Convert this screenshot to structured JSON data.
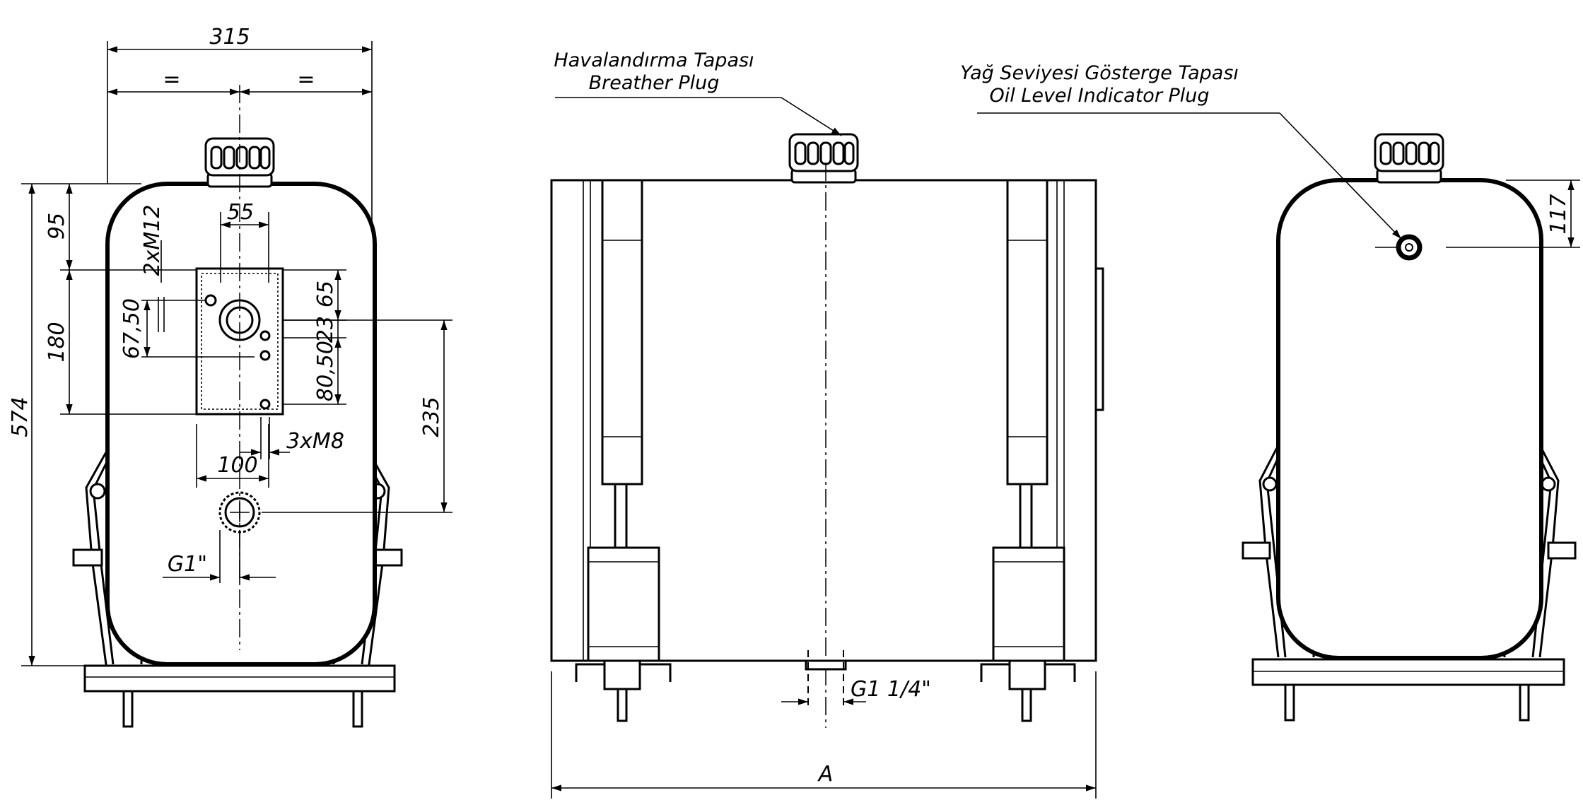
{
  "labels": {
    "breather_tr": "Havalandırma Tapası",
    "breather_en": "Breather Plug",
    "oil_level_tr": "Yağ Seviyesi Gösterge Tapası",
    "oil_level_en": "Oil Level Indicator Plug"
  },
  "dimensions": {
    "width_total": "315",
    "equal_left": "=",
    "equal_right": "=",
    "height_total": "574",
    "top_offset": "95",
    "flange_height": "180",
    "flange_width": "55",
    "bolt_thread_top": "2xM12",
    "offset_6750": "67,50",
    "offset_65": "65",
    "offset_23": "23",
    "offset_8050": "80,50",
    "bolt_thread_bottom": "3xM8",
    "flange_base": "100",
    "suction_offset": "235",
    "suction_port": "G1\"",
    "drain_port": "G1 1/4\"",
    "length": "A",
    "level_offset": "117"
  }
}
